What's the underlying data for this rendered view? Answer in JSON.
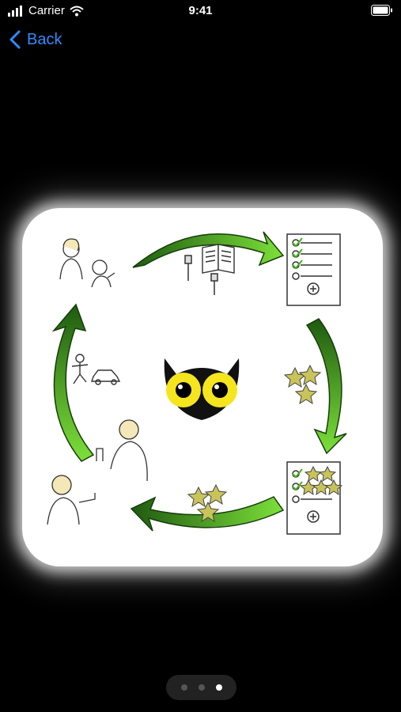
{
  "status_bar": {
    "carrier": "Carrier",
    "time": "9:41",
    "icons": [
      "signal-icon",
      "wifi-icon",
      "battery-icon"
    ]
  },
  "nav": {
    "back_label": "Back",
    "icon": "chevron-left-icon",
    "accent_color": "#2f8cff"
  },
  "card": {
    "icons": [
      "family-illustration",
      "toothbrush-icon",
      "book-icon",
      "checklist-icon",
      "star-icon",
      "owl-logo",
      "play-car-icon",
      "thumbs-up-illustration",
      "refresh-cycle-arrows"
    ],
    "arrow_color": "#3a9a1a"
  },
  "pagination": {
    "pages": 3,
    "current_page": 3
  }
}
